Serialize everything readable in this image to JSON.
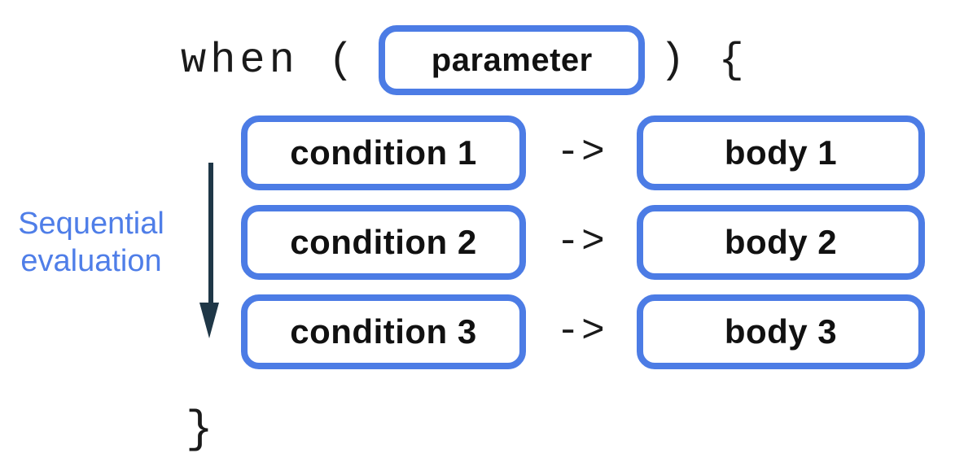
{
  "code": {
    "header_prefix": "when (",
    "parameter_label": "parameter",
    "header_suffix": ") {",
    "closing_brace": "}"
  },
  "rows": [
    {
      "condition": "condition 1",
      "arrow": "->",
      "body": "body 1"
    },
    {
      "condition": "condition 2",
      "arrow": "->",
      "body": "body 2"
    },
    {
      "condition": "condition 3",
      "arrow": "->",
      "body": "body 3"
    }
  ],
  "annotation": {
    "line1": "Sequential",
    "line2": "evaluation"
  },
  "colors": {
    "box_border": "#4c7ce5",
    "annotation_blue": "#4f7ee8",
    "flow_arrow": "#1f3747",
    "code_text": "#1a1a1a",
    "label_text": "#111111",
    "bg": "#ffffff"
  }
}
